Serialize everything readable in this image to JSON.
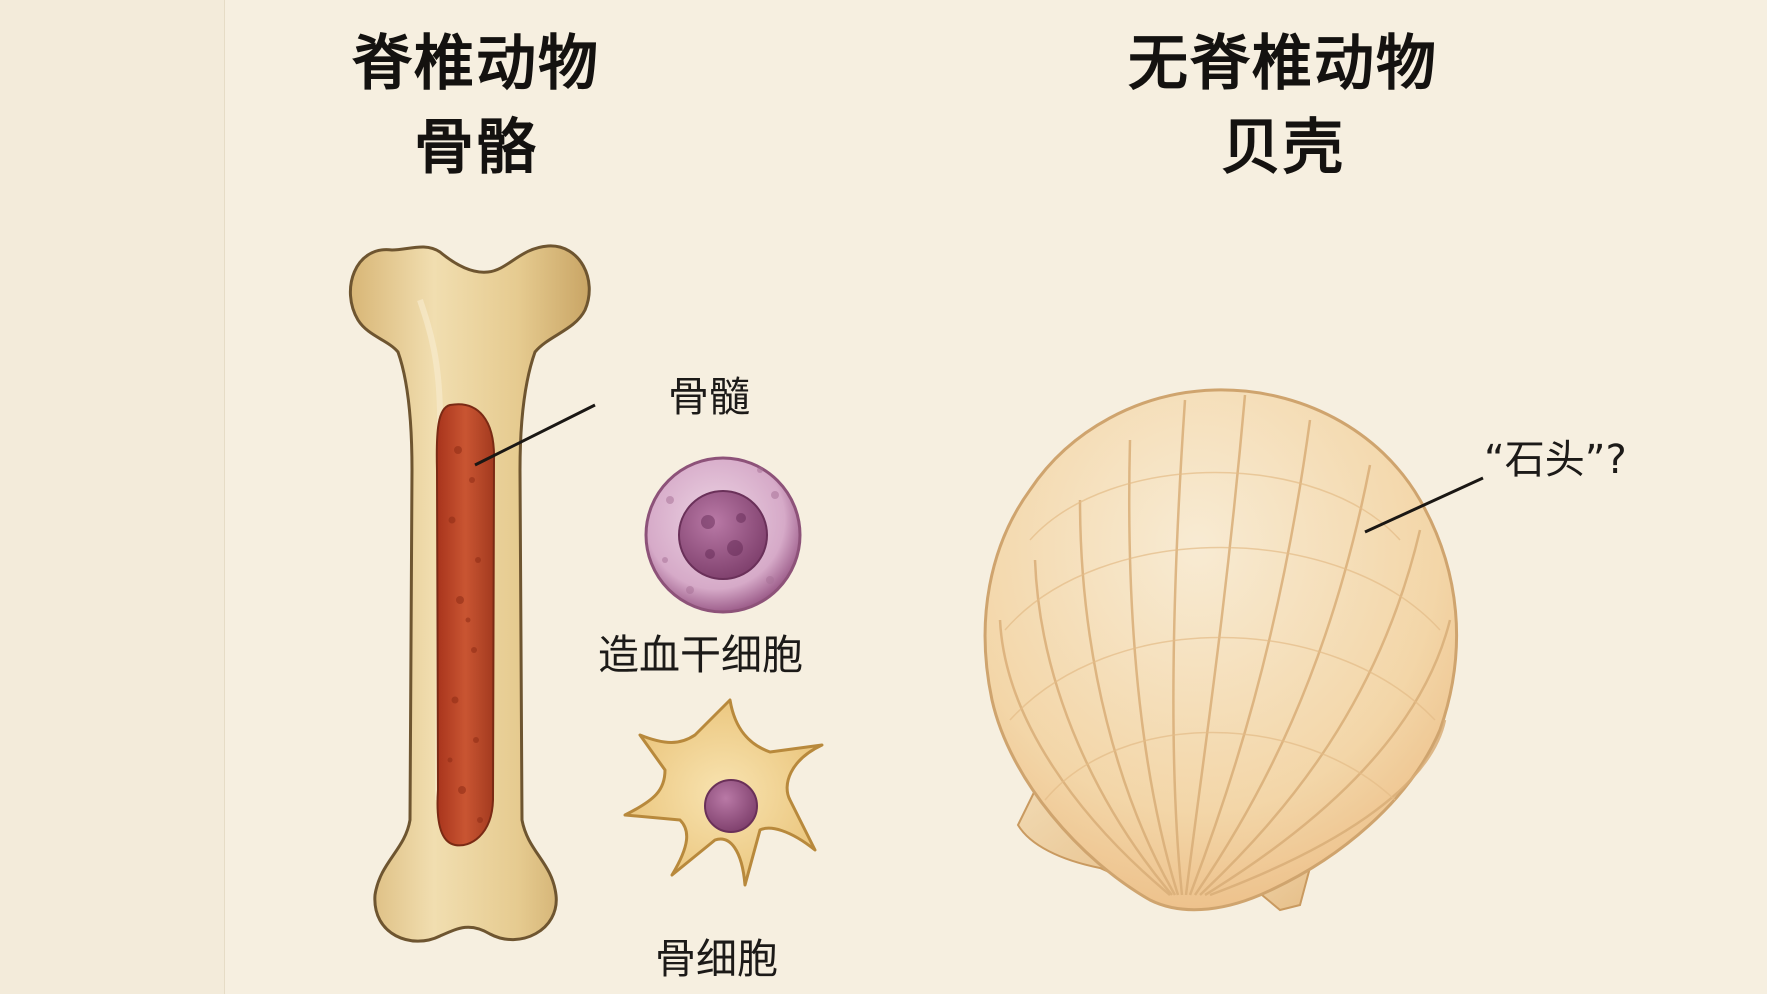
{
  "vertebrate": {
    "title_line1": "脊椎动物",
    "title_line2": "骨骼"
  },
  "invertebrate": {
    "title_line1": "无脊椎动物",
    "title_line2": "贝壳"
  },
  "labels": {
    "bone_marrow": "骨髓",
    "hematopoietic_stem_cell": "造血干细胞",
    "osteocyte": "骨细胞",
    "shell_question": "“石头”?"
  },
  "colors": {
    "background": "#f6efe0",
    "bone": "#e7cf95",
    "marrow": "#bf4a2a",
    "stem_cell": "#b57aa5",
    "osteocyte_body": "#f0cf86",
    "shell": "#f3d2a1",
    "text": "#141210"
  }
}
